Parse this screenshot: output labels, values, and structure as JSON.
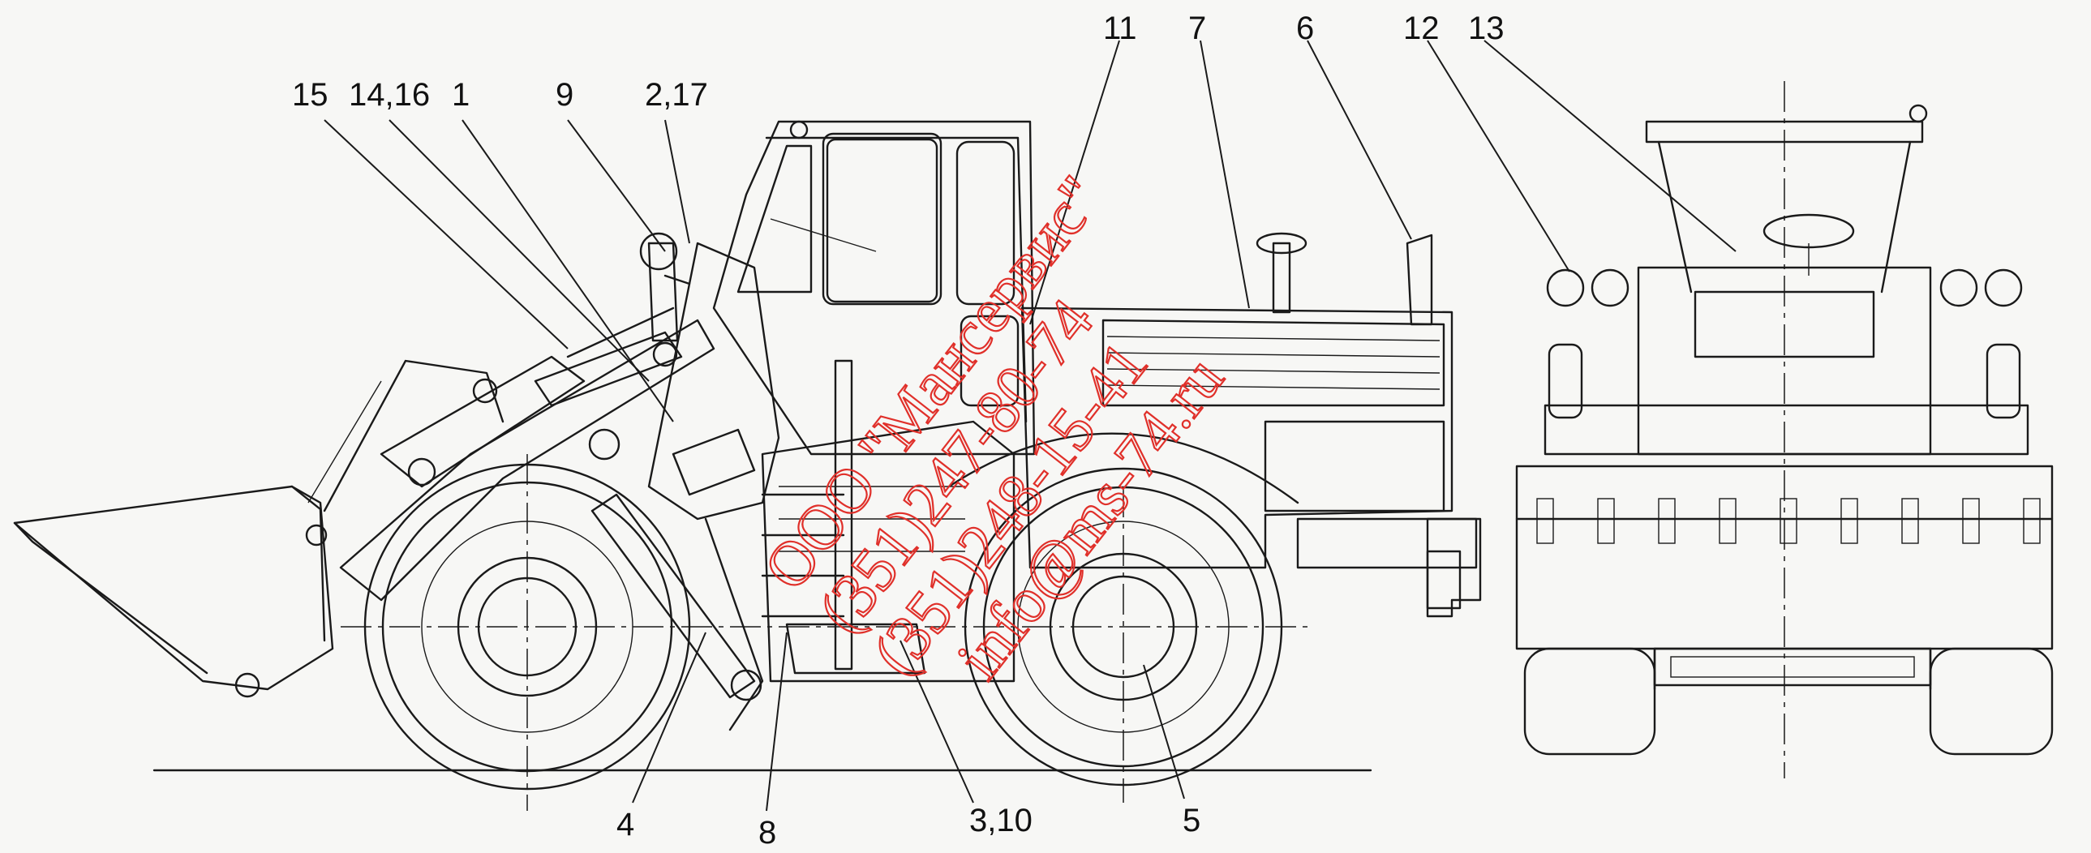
{
  "callouts": [
    {
      "id": "c15",
      "label": "15"
    },
    {
      "id": "c14-16",
      "label": "14,16"
    },
    {
      "id": "c1",
      "label": "1"
    },
    {
      "id": "c9",
      "label": "9"
    },
    {
      "id": "c2-17",
      "label": "2,17"
    },
    {
      "id": "c11",
      "label": "11"
    },
    {
      "id": "c7",
      "label": "7"
    },
    {
      "id": "c6",
      "label": "6"
    },
    {
      "id": "c12",
      "label": "12"
    },
    {
      "id": "c13",
      "label": "13"
    },
    {
      "id": "c4",
      "label": "4"
    },
    {
      "id": "c8",
      "label": "8"
    },
    {
      "id": "c3-10",
      "label": "3,10"
    },
    {
      "id": "c5",
      "label": "5"
    }
  ],
  "watermark": {
    "company": "ООО \"Мансервис\"",
    "phone1": "(351)247-80-74",
    "phone2": "(351)248-15-41",
    "email": "info@ms-74.ru",
    "color": "#e0302a"
  }
}
